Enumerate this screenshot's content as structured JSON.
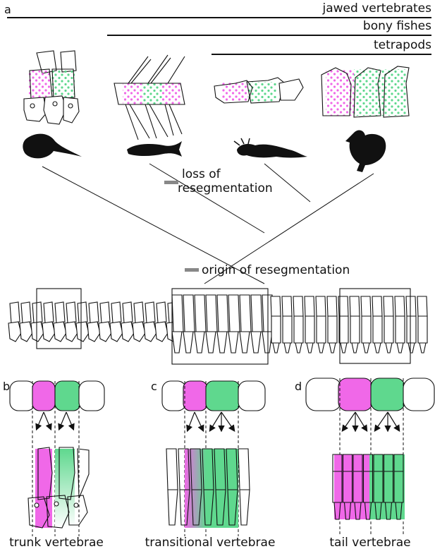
{
  "panel_labels": {
    "a": "a",
    "b": "b",
    "c": "c",
    "d": "d"
  },
  "clades": {
    "jawed": "jawed vertebrates",
    "bony": "bony fishes",
    "tetrapods": "tetrapods"
  },
  "events": {
    "loss_line1": "loss of",
    "loss_line2": "resegmentation",
    "origin": "origin of resegmentation"
  },
  "captions": {
    "trunk": "trunk vertebrae",
    "transitional": "transitional vertebrae",
    "tail": "tail vertebrae"
  },
  "colors": {
    "magenta": "#f068e8",
    "green": "#5fd88e",
    "event_bar": "#888888"
  },
  "silhouette_icons": [
    "ray-silhouette-icon",
    "zebrafish-silhouette-icon",
    "axolotl-silhouette-icon",
    "chicken-silhouette-icon"
  ]
}
